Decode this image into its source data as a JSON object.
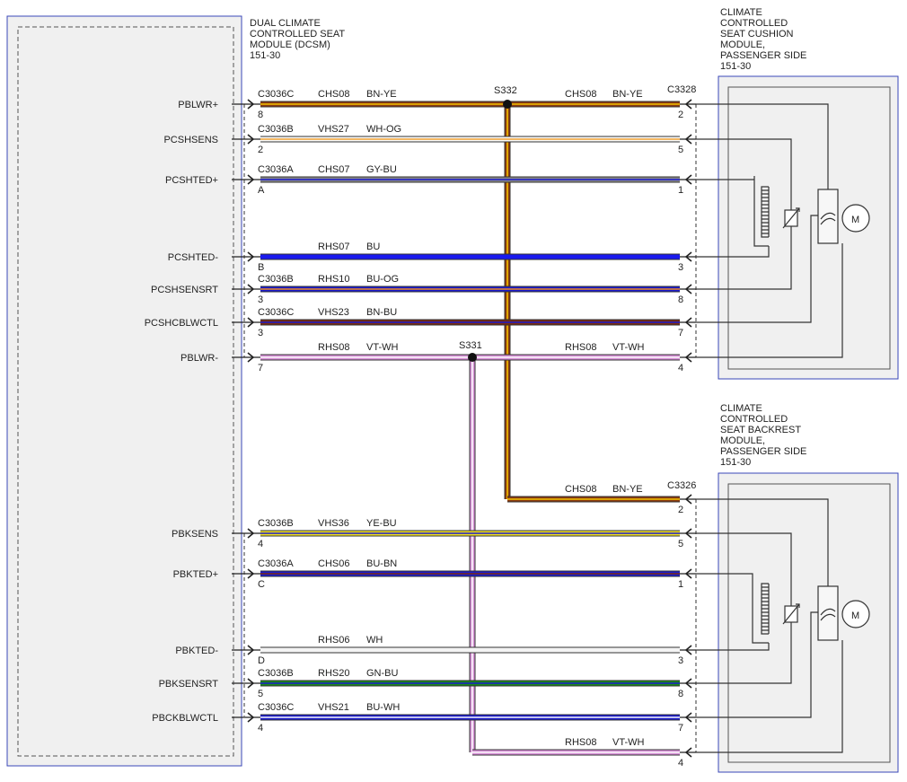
{
  "modules": {
    "dcsm": {
      "title_lines": [
        "DUAL CLIMATE",
        "CONTROLLED SEAT",
        "MODULE (DCSM)",
        "151-30"
      ]
    },
    "cushion": {
      "title_lines": [
        "CLIMATE",
        "CONTROLLED",
        "SEAT CUSHION",
        "MODULE,",
        "PASSENGER SIDE",
        "151-30"
      ],
      "connector": "C3328"
    },
    "backrest": {
      "title_lines": [
        "CLIMATE",
        "CONTROLLED",
        "SEAT BACKREST",
        "MODULE,",
        "PASSENGER SIDE",
        "151-30"
      ],
      "connector": "C3326"
    }
  },
  "splices": [
    "S332",
    "S331"
  ],
  "motor_label": "M",
  "circuits": [
    {
      "signal": "PBLWR+",
      "connector": "C3036C",
      "left_pin": "8",
      "circuit": "CHS08",
      "color_code": "BN-YE",
      "right_pin": "2",
      "right_circuit": "CHS08",
      "right_color_code": "BN-YE",
      "colors": [
        "#8b3a0f",
        "#f2c200"
      ]
    },
    {
      "signal": "PCSHSENS",
      "connector": "C3036B",
      "left_pin": "2",
      "circuit": "VHS27",
      "color_code": "WH-OG",
      "right_pin": "5",
      "colors": [
        "#fafafa",
        "#f0a030"
      ]
    },
    {
      "signal": "PCSHTED+",
      "connector": "C3036A",
      "left_pin": "A",
      "circuit": "CHS07",
      "color_code": "GY-BU",
      "right_pin": "1",
      "colors": [
        "#8a8a8a",
        "#1a1acc"
      ]
    },
    {
      "signal": "PCSHTED-",
      "connector": "",
      "left_pin": "B",
      "circuit": "RHS07",
      "color_code": "BU",
      "right_pin": "3",
      "colors": [
        "#1a1aee",
        "#1a1aee"
      ]
    },
    {
      "signal": "PCSHSENSRT",
      "connector": "C3036B",
      "left_pin": "3",
      "circuit": "RHS10",
      "color_code": "BU-OG",
      "right_pin": "8",
      "colors": [
        "#1a1acc",
        "#f08a20"
      ]
    },
    {
      "signal": "PCSHCBLWCTL",
      "connector": "C3036C",
      "left_pin": "3",
      "circuit": "VHS23",
      "color_code": "BN-BU",
      "right_pin": "7",
      "colors": [
        "#7a2a10",
        "#1a1acc"
      ]
    },
    {
      "signal": "PBLWR-",
      "connector": "",
      "left_pin": "7",
      "circuit": "RHS08",
      "color_code": "VT-WH",
      "right_pin": "4",
      "right_circuit": "RHS08",
      "right_color_code": "VT-WH",
      "colors": [
        "#d890d8",
        "#fafafa"
      ]
    },
    {
      "signal": "PBKSENS",
      "connector": "C3036B",
      "left_pin": "4",
      "circuit": "VHS36",
      "color_code": "YE-BU",
      "right_pin": "5",
      "colors": [
        "#f2e020",
        "#1a1acc"
      ]
    },
    {
      "signal": "PBKTED+",
      "connector": "C3036A",
      "left_pin": "C",
      "circuit": "CHS06",
      "color_code": "BU-BN",
      "right_pin": "1",
      "colors": [
        "#1a1acc",
        "#7a2a10"
      ]
    },
    {
      "signal": "PBKTED-",
      "connector": "",
      "left_pin": "D",
      "circuit": "RHS06",
      "color_code": "WH",
      "right_pin": "3",
      "colors": [
        "#f4f4f4",
        "#f4f4f4"
      ]
    },
    {
      "signal": "PBKSENSRT",
      "connector": "C3036B",
      "left_pin": "5",
      "circuit": "RHS20",
      "color_code": "GN-BU",
      "right_pin": "8",
      "colors": [
        "#1a8a1a",
        "#1a1acc"
      ]
    },
    {
      "signal": "PBCKBLWCTL",
      "connector": "C3036C",
      "left_pin": "4",
      "circuit": "VHS21",
      "color_code": "BU-WH",
      "right_pin": "7",
      "colors": [
        "#1a1acc",
        "#fafafa"
      ]
    }
  ],
  "branches": {
    "bn_ye": {
      "circuit": "CHS08",
      "color_code": "BN-YE",
      "right_pin": "2"
    },
    "vt_wh": {
      "circuit": "RHS08",
      "color_code": "VT-WH",
      "right_pin": "4"
    }
  }
}
